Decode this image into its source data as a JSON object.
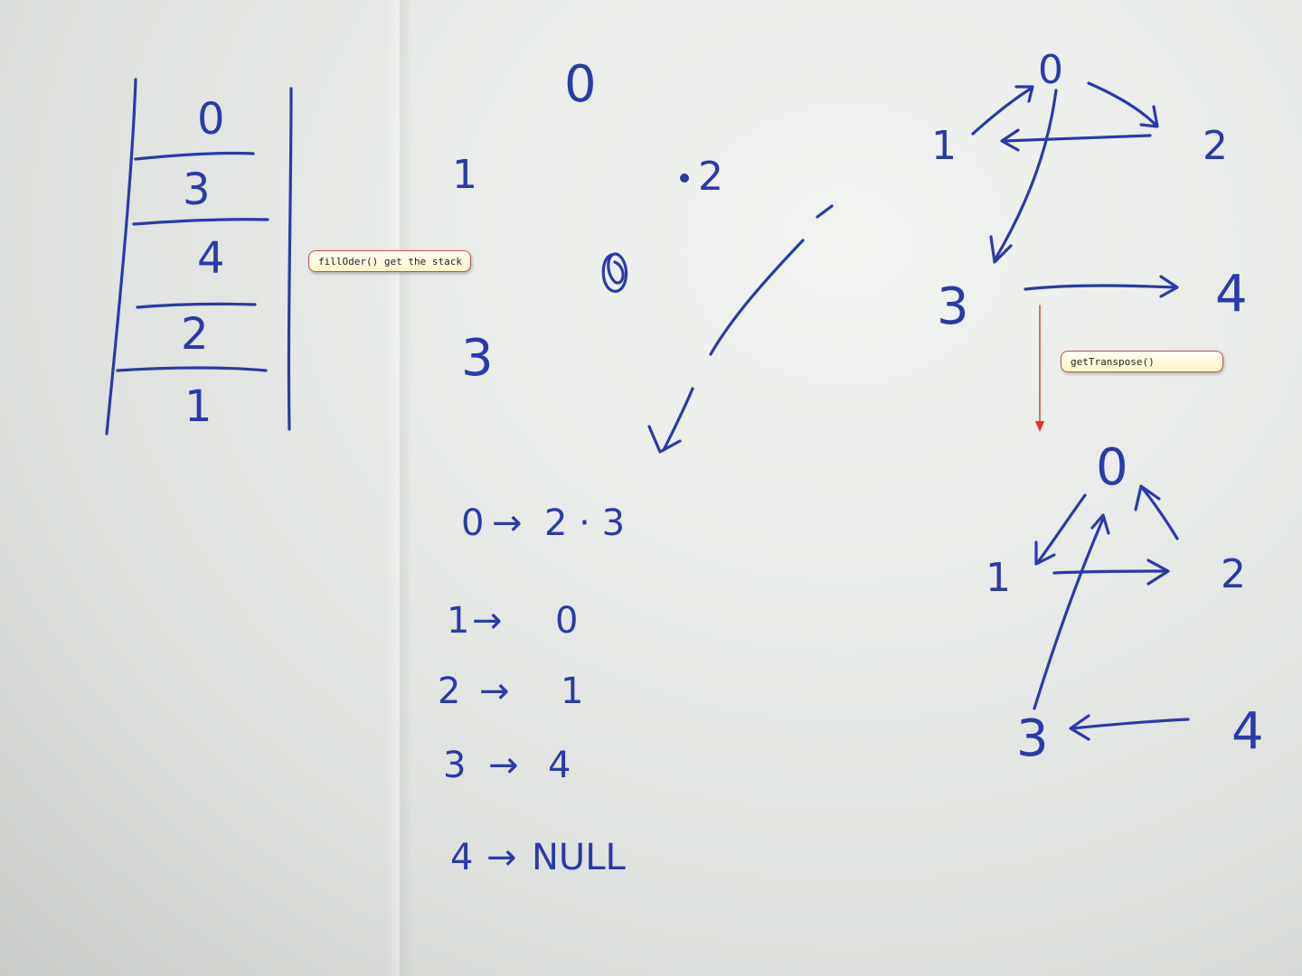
{
  "stack": {
    "items": [
      "0",
      "3",
      "4",
      "2",
      "1"
    ]
  },
  "callouts": {
    "fill_order": "fillOder() get the stack",
    "transpose": "getTranspose()"
  },
  "middle_graph": {
    "nodes": [
      "0",
      "1",
      "2",
      "3"
    ],
    "adjacency": [
      {
        "from": "0",
        "sep": "→",
        "to": "2 · 3"
      },
      {
        "from": "1",
        "sep": "→",
        "to": "0"
      },
      {
        "from": "2",
        "sep": "→",
        "to": "1"
      },
      {
        "from": "3",
        "sep": "→",
        "to": "4"
      },
      {
        "from": "4",
        "sep": "→",
        "to": "NULL"
      }
    ]
  },
  "original_graph": {
    "nodes": [
      "0",
      "1",
      "2",
      "3",
      "4"
    ]
  },
  "transposed_graph": {
    "nodes": [
      "0",
      "1",
      "2",
      "3",
      "4"
    ]
  },
  "colors": {
    "ink": "#2b3aa8",
    "annotation_arrow": "#e23030",
    "callout_fill": "#fdf7c9",
    "callout_border": "#bb5555"
  }
}
